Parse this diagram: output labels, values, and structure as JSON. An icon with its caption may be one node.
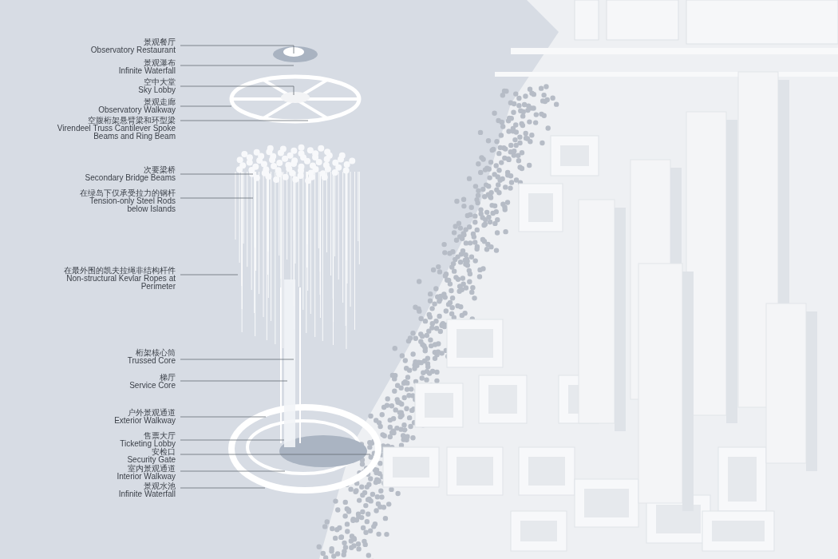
{
  "diagram": {
    "nodes": [
      {
        "text": [
          "景观餐厅",
          "Observatory Restaurant"
        ]
      },
      {
        "text": [
          "景观瀑布",
          "Infinite Waterfall"
        ]
      },
      {
        "text": [
          "空中大堂",
          "Sky Lobby"
        ]
      },
      {
        "text": [
          "景观走廊",
          "Observatory Walkway"
        ]
      },
      {
        "text": [
          "空腹桁架悬臂梁和环型梁",
          "Virendeel Truss Cantilever Spoke Beams and Ring Beam"
        ]
      },
      {
        "text": [
          "次要梁桥",
          "Secondary Bridge Beams"
        ]
      },
      {
        "text": [
          "在绿岛下仅承受拉力的钢杆",
          "Tension-only Steel Rods below Islands"
        ]
      },
      {
        "text": [
          "在最外围的凯夫拉绳非结构杆件",
          "Non-structural Kevlar Ropes at Perimeter"
        ]
      },
      {
        "text": [
          "桁架核心筒",
          "Trussed Core"
        ]
      },
      {
        "text": [
          "梯厅",
          "Service Core"
        ]
      },
      {
        "text": [
          "户外景观通道",
          "Exterior Walkway"
        ]
      },
      {
        "text": [
          "售票大厅",
          "Ticketing Lobby"
        ]
      },
      {
        "text": [
          "安检口",
          "Security Gate"
        ]
      },
      {
        "text": [
          "室内景观通道",
          "Interior Walkway"
        ]
      },
      {
        "text": [
          "景观水池",
          "Infinite Waterfall"
        ]
      }
    ],
    "edges": [
      {
        "from": 0,
        "to": null,
        "arrow": "none"
      },
      {
        "from": 1,
        "to": null,
        "arrow": "none"
      },
      {
        "from": 2,
        "to": null,
        "arrow": "none"
      },
      {
        "from": 3,
        "to": null,
        "arrow": "none"
      },
      {
        "from": 4,
        "to": null,
        "arrow": "none"
      },
      {
        "from": 5,
        "to": null,
        "arrow": "none"
      },
      {
        "from": 6,
        "to": null,
        "arrow": "none"
      },
      {
        "from": 7,
        "to": null,
        "arrow": "none"
      },
      {
        "from": 8,
        "to": null,
        "arrow": "none"
      },
      {
        "from": 9,
        "to": null,
        "arrow": "none"
      },
      {
        "from": 10,
        "to": null,
        "arrow": "none"
      },
      {
        "from": 11,
        "to": null,
        "arrow": "none"
      },
      {
        "from": 12,
        "to": null,
        "arrow": "none"
      },
      {
        "from": 13,
        "to": null,
        "arrow": "none"
      },
      {
        "from": 14,
        "to": null,
        "arrow": "none"
      }
    ]
  }
}
